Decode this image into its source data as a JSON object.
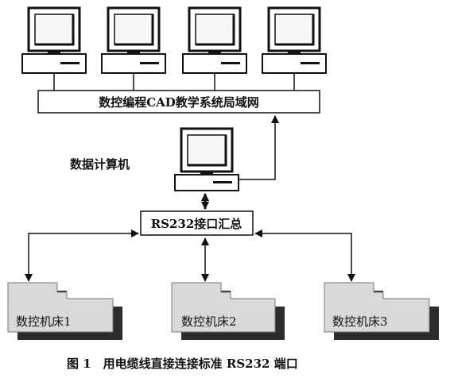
{
  "network_label": "数控编程CAD教学系统局域网",
  "data_computer_label": "数据计算机",
  "interface_label": "RS232接口汇总",
  "machines": [
    {
      "label": "数控机床1"
    },
    {
      "label": "数控机床2"
    },
    {
      "label": "数控机床3"
    }
  ],
  "caption": "图 1　用电缆线直接连接标准 RS232 端口",
  "top_computer_count": 4,
  "colors": {
    "line": "#111111",
    "screen": "#f7f7f7",
    "machine_front": "#d9d9d9",
    "machine_shadow": "#2c2c2c"
  }
}
